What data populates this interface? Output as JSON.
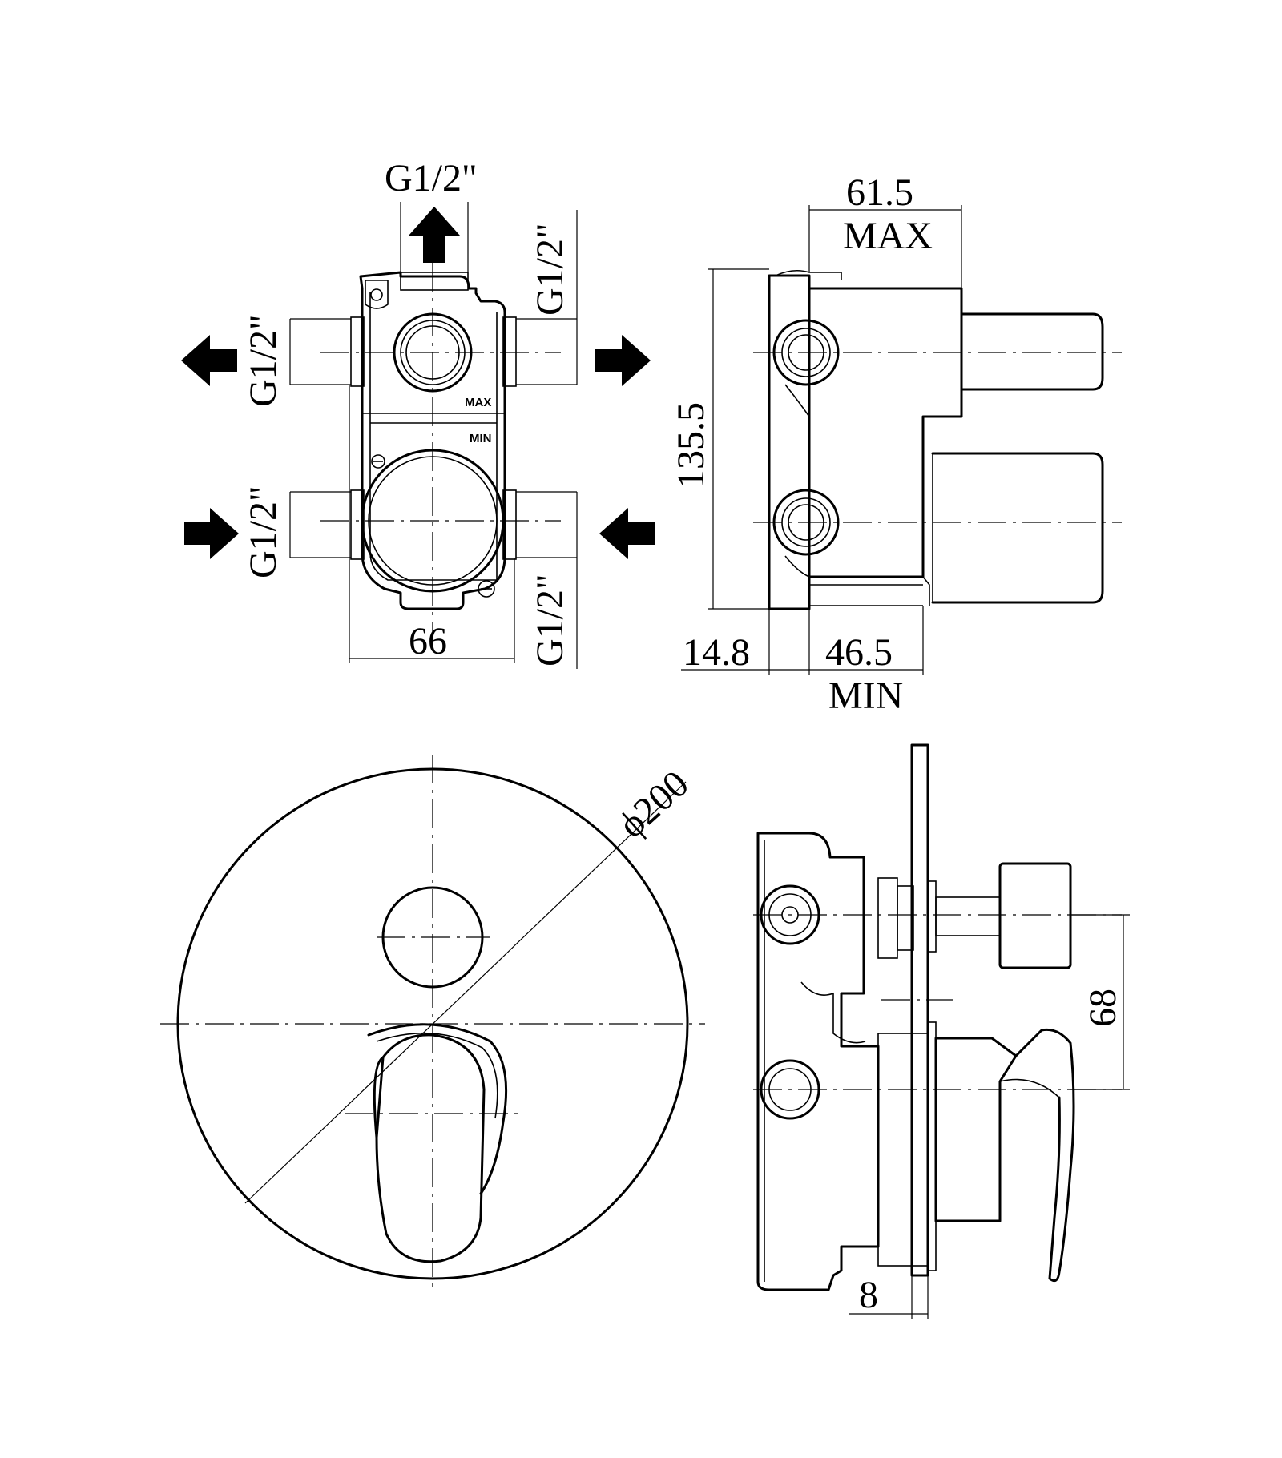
{
  "front_view": {
    "labels": {
      "top_outlet": "G1/2\"",
      "left_top": "G1/2\"",
      "right_top": "G1/2\"",
      "left_bottom": "G1/2\"",
      "right_bottom": "G1/2\"",
      "width": "66",
      "max_mark": "MAX",
      "min_mark": "MIN"
    }
  },
  "side_view": {
    "labels": {
      "height": "135.5",
      "depth_max": "61.5",
      "max": "MAX",
      "front": "14.8",
      "depth_min": "46.5",
      "min": "MIN"
    }
  },
  "plate_view": {
    "labels": {
      "diameter": "ϕ200"
    }
  },
  "assembly_view": {
    "labels": {
      "spacing": "68",
      "plate_thickness": "8"
    }
  }
}
